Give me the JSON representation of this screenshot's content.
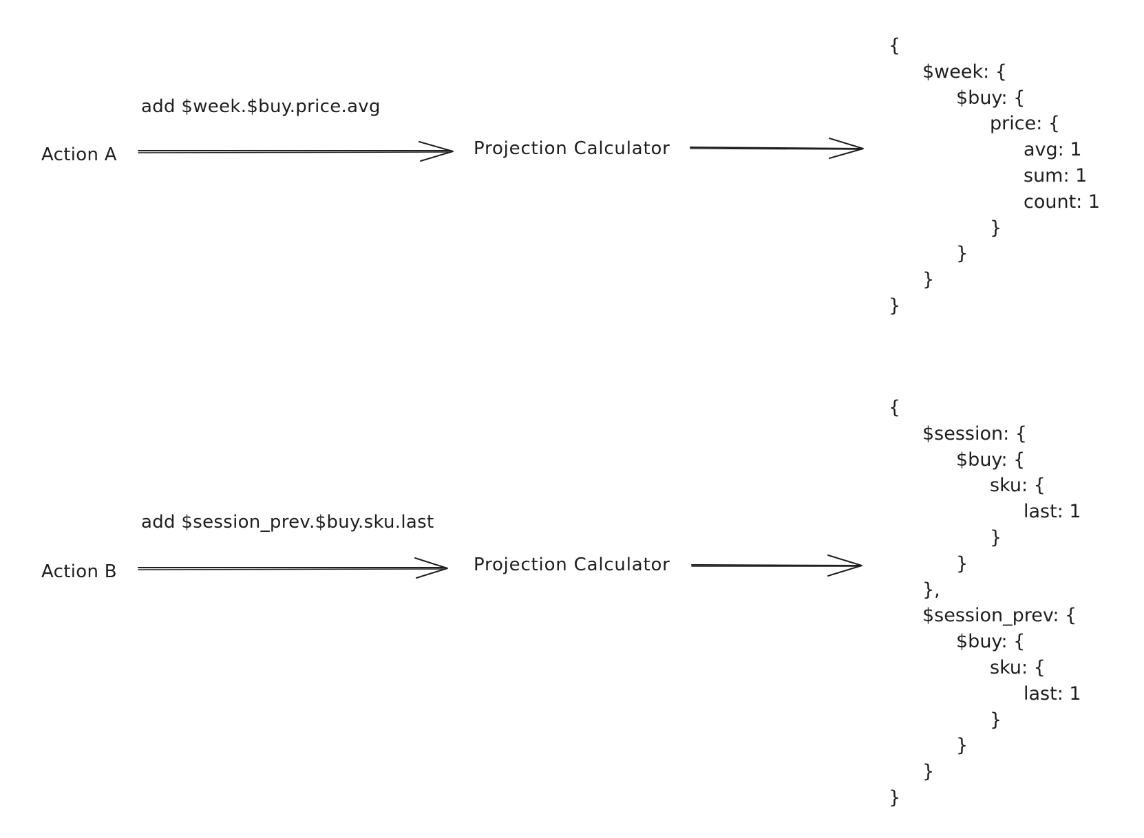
{
  "diagram": {
    "flows": [
      {
        "action_label": "Action A",
        "operation_label": "add $week.$buy.price.avg",
        "processor_label": "Projection Calculator",
        "output_lines": [
          {
            "indent": 0,
            "text": "{"
          },
          {
            "indent": 1,
            "text": "$week: {"
          },
          {
            "indent": 2,
            "text": "$buy: {"
          },
          {
            "indent": 3,
            "text": "price: {"
          },
          {
            "indent": 4,
            "text": "avg: 1"
          },
          {
            "indent": 4,
            "text": "sum: 1"
          },
          {
            "indent": 4,
            "text": "count: 1"
          },
          {
            "indent": 3,
            "text": "}"
          },
          {
            "indent": 2,
            "text": "}"
          },
          {
            "indent": 1,
            "text": "}"
          },
          {
            "indent": 0,
            "text": "}"
          }
        ]
      },
      {
        "action_label": "Action B",
        "operation_label": "add $session_prev.$buy.sku.last",
        "processor_label": "Projection Calculator",
        "output_lines": [
          {
            "indent": 0,
            "text": "{"
          },
          {
            "indent": 1,
            "text": "$session: {"
          },
          {
            "indent": 2,
            "text": "$buy: {"
          },
          {
            "indent": 3,
            "text": "sku: {"
          },
          {
            "indent": 4,
            "text": "last: 1"
          },
          {
            "indent": 3,
            "text": "}"
          },
          {
            "indent": 2,
            "text": "}"
          },
          {
            "indent": 1,
            "text": "},"
          },
          {
            "indent": 1,
            "text": "$session_prev: {"
          },
          {
            "indent": 2,
            "text": "$buy: {"
          },
          {
            "indent": 3,
            "text": "sku: {"
          },
          {
            "indent": 4,
            "text": "last: 1"
          },
          {
            "indent": 3,
            "text": "}"
          },
          {
            "indent": 2,
            "text": "}"
          },
          {
            "indent": 1,
            "text": "}"
          },
          {
            "indent": 0,
            "text": "}"
          }
        ]
      }
    ],
    "stroke_color": "#1e1e1e",
    "background_color": "#ffffff"
  }
}
